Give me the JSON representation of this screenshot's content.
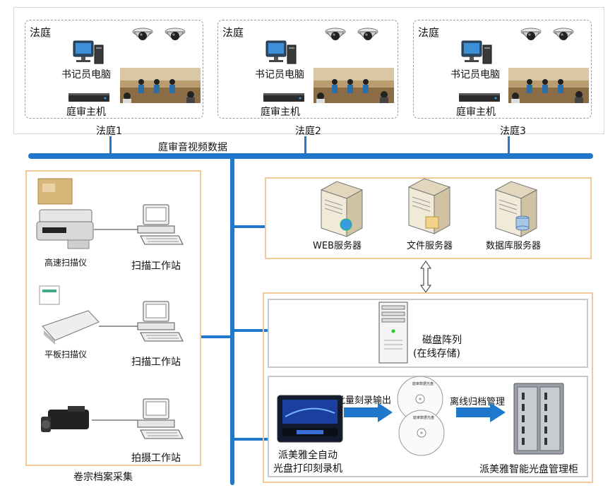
{
  "courtrooms": [
    {
      "heading": "法庭",
      "pc_label": "书记员电脑",
      "host_label": "庭审主机",
      "caption": "法庭1"
    },
    {
      "heading": "法庭",
      "pc_label": "书记员电脑",
      "host_label": "庭审主机",
      "caption": "法庭2"
    },
    {
      "heading": "法庭",
      "pc_label": "书记员电脑",
      "host_label": "庭审主机",
      "caption": "法庭3"
    }
  ],
  "bus_label": "庭审音视频数据",
  "collection": {
    "title": "卷宗档案采集",
    "devices": [
      {
        "device": "高速扫描仪",
        "station": "扫描工作站"
      },
      {
        "device": "平板扫描仪",
        "station": "扫描工作站"
      },
      {
        "device": "",
        "station": "拍摄工作站"
      }
    ]
  },
  "servers": [
    {
      "label": "WEB服务器"
    },
    {
      "label": "文件服务器"
    },
    {
      "label": "数据库服务器"
    }
  ],
  "storage": {
    "array_line1": "磁盘阵列",
    "array_line2": "(在线存储)",
    "burner_line1": "派美雅全自动",
    "burner_line2": "光盘打印刻录机",
    "batch_label": "批量刻录输出",
    "offline_label": "离线归档管理",
    "cabinet_label": "派美雅智能光盘管理柜",
    "disc_title": "庭审数据光盘"
  },
  "colors": {
    "bus": "#1f78cc",
    "orange_border": "#f5c89a",
    "gray_border": "#c8c8c8"
  }
}
